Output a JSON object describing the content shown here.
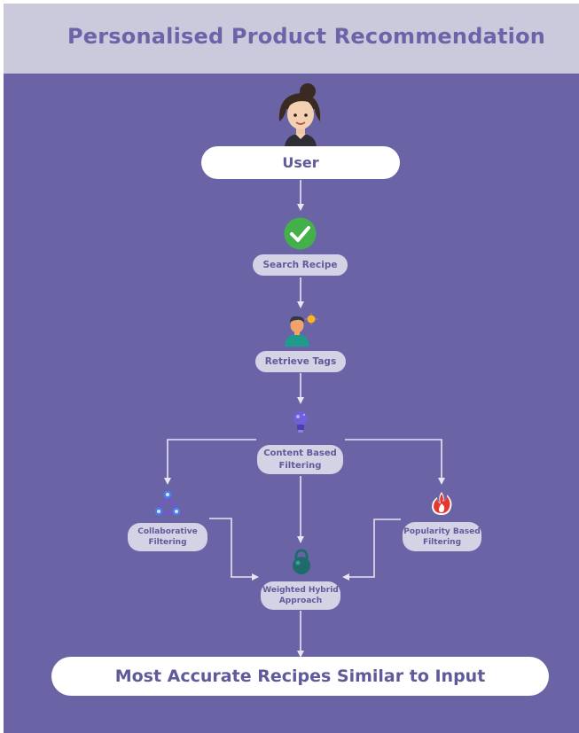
{
  "header": {
    "title": "Personalised Product Recommendation"
  },
  "nodes": {
    "user": {
      "label": "User",
      "icon": "user-avatar-icon"
    },
    "search": {
      "label": "Search Recipe",
      "icon": "checkmark-icon"
    },
    "retrieve": {
      "label": "Retrieve Tags",
      "icon": "person-idea-icon"
    },
    "content": {
      "line1": "Content Based",
      "line2": "Filtering",
      "icon": "lightbulb-icon"
    },
    "collab": {
      "line1": "Collaborative",
      "line2": "Filtering",
      "icon": "network-users-icon"
    },
    "popularity": {
      "line1": "Popularity Based",
      "line2": "Filtering",
      "icon": "fire-icon"
    },
    "weighted": {
      "line1": "Weighted Hybrid",
      "line2": "Approach",
      "icon": "kettlebell-icon"
    },
    "output": {
      "label": "Most Accurate Recipes Similar to Input"
    }
  },
  "colors": {
    "header_bg": "#cbcadc",
    "panel_bg": "#6a64a6",
    "title_text": "#6c64a9",
    "pill_text": "#5f5a9a",
    "connector": "#e6e5f0"
  }
}
